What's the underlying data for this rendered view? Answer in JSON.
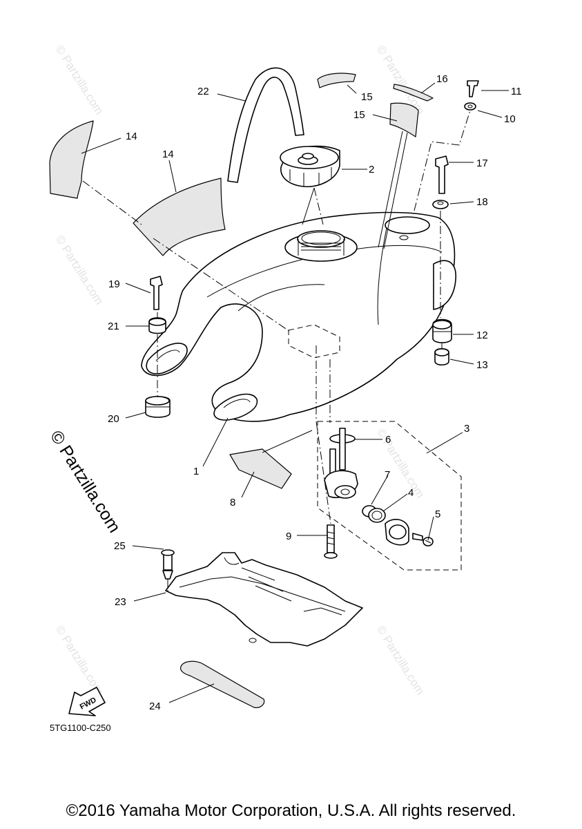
{
  "diagram": {
    "code": "5TG1100-C250",
    "fwd_label": "FWD",
    "watermark": "© Partzilla.com",
    "callouts": [
      {
        "id": "c1",
        "label": "1"
      },
      {
        "id": "c2",
        "label": "2"
      },
      {
        "id": "c3",
        "label": "3"
      },
      {
        "id": "c4",
        "label": "4"
      },
      {
        "id": "c5",
        "label": "5"
      },
      {
        "id": "c6",
        "label": "6"
      },
      {
        "id": "c7",
        "label": "7"
      },
      {
        "id": "c8",
        "label": "8"
      },
      {
        "id": "c9",
        "label": "9"
      },
      {
        "id": "c10",
        "label": "10"
      },
      {
        "id": "c11",
        "label": "11"
      },
      {
        "id": "c12",
        "label": "12"
      },
      {
        "id": "c13",
        "label": "13"
      },
      {
        "id": "c14a",
        "label": "14"
      },
      {
        "id": "c14b",
        "label": "14"
      },
      {
        "id": "c15a",
        "label": "15"
      },
      {
        "id": "c15b",
        "label": "15"
      },
      {
        "id": "c16",
        "label": "16"
      },
      {
        "id": "c17",
        "label": "17"
      },
      {
        "id": "c18",
        "label": "18"
      },
      {
        "id": "c19",
        "label": "19"
      },
      {
        "id": "c20",
        "label": "20"
      },
      {
        "id": "c21",
        "label": "21"
      },
      {
        "id": "c22",
        "label": "22"
      },
      {
        "id": "c23",
        "label": "23"
      },
      {
        "id": "c24",
        "label": "24"
      },
      {
        "id": "c25",
        "label": "25"
      }
    ]
  },
  "footer": {
    "copyright": "©2016 Yamaha Motor Corporation, U.S.A. All rights reserved."
  }
}
